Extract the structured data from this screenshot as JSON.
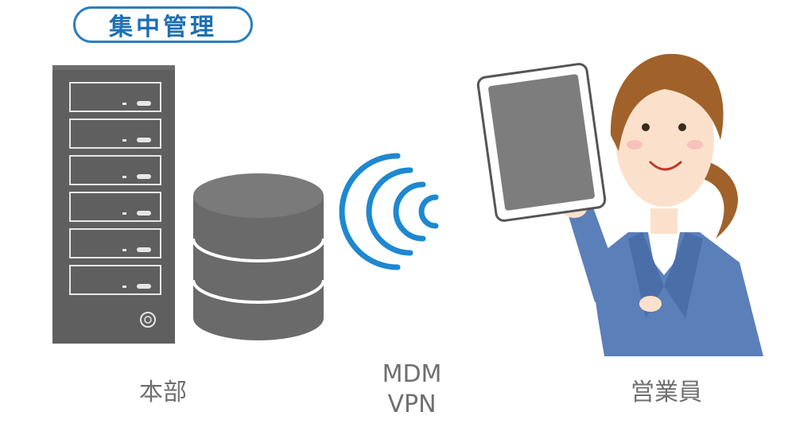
{
  "badge": {
    "label": "集中管理"
  },
  "captions": {
    "headquarters": "本部",
    "connection_line1": "MDM",
    "connection_line2": "VPN",
    "sales_staff": "営業員"
  },
  "colors": {
    "accent": "#2b7fc1",
    "server": "#5f5f5f",
    "database": "#6a6a6a",
    "wave": "#1e88d0",
    "suit": "#5b7fb8",
    "hair": "#a0622a",
    "skin": "#fbe1cc",
    "caption": "#6f6f6f"
  },
  "icons": {
    "server": "server-tower-icon",
    "database": "database-cylinder-icon",
    "wireless": "wireless-signal-icon",
    "person": "saleswoman-with-tablet-icon"
  }
}
